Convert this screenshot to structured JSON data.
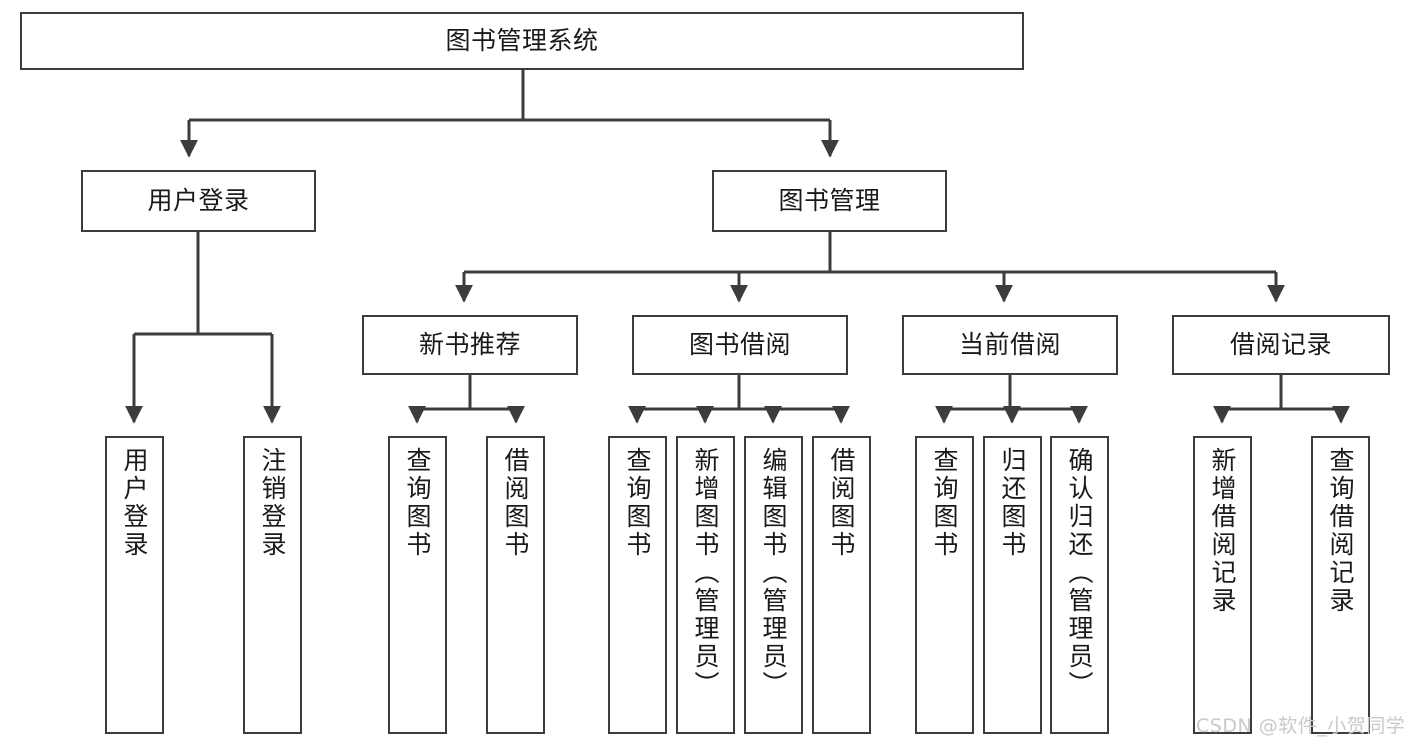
{
  "diagram": {
    "type": "tree",
    "title": "图书管理系统",
    "root": {
      "label": "图书管理系统"
    },
    "level2": [
      {
        "label": "用户登录"
      },
      {
        "label": "图书管理"
      }
    ],
    "level3": [
      {
        "label": "新书推荐"
      },
      {
        "label": "图书借阅"
      },
      {
        "label": "当前借阅"
      },
      {
        "label": "借阅记录"
      }
    ],
    "leaves": {
      "user_login": [
        {
          "label": "用户登录"
        },
        {
          "label": "注销登录"
        }
      ],
      "new_book_recommend": [
        {
          "label": "查询图书"
        },
        {
          "label": "借阅图书"
        }
      ],
      "book_borrow": [
        {
          "label": "查询图书"
        },
        {
          "label": "新增图书（管理员）"
        },
        {
          "label": "编辑图书（管理员）"
        },
        {
          "label": "借阅图书"
        }
      ],
      "current_borrow": [
        {
          "label": "查询图书"
        },
        {
          "label": "归还图书"
        },
        {
          "label": "确认归还（管理员）"
        }
      ],
      "borrow_record": [
        {
          "label": "新增借阅记录"
        },
        {
          "label": "查询借阅记录"
        }
      ]
    }
  },
  "watermark": {
    "text": "CSDN @软件_小贺同学"
  },
  "colors": {
    "border": "#3c3c3c",
    "text": "#1a1a1a",
    "background": "#ffffff",
    "watermark": "#c9c9c9"
  }
}
